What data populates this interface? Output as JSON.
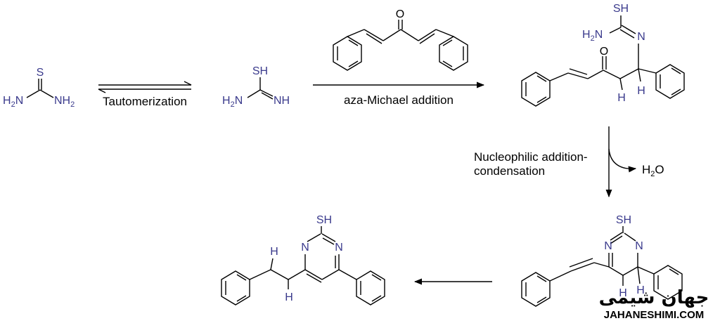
{
  "atoms": {
    "S": "S",
    "SH": "SH",
    "NH": "NH",
    "N": "N",
    "O": "O",
    "H": "H",
    "H2": "H",
    "H2_sub": "2",
    "NH2": "NH",
    "NH2_sub": "2",
    "H2N_H": "H",
    "H2N_2": "2",
    "H2N_N": "N"
  },
  "labels": {
    "tautomerization": "Tautomerization",
    "aza_michael": "aza-Michael addition",
    "nucleophilic_line1": "Nucleophilic addition-",
    "nucleophilic_line2": "condensation",
    "water_H": "H",
    "water_2": "2",
    "water_O": "O"
  },
  "logo": {
    "persian": "جهان شیمی",
    "english": "JAHANESHIMI.COM"
  },
  "colors": {
    "heteroatom": "#3a3a8c",
    "bond": "#000000"
  }
}
